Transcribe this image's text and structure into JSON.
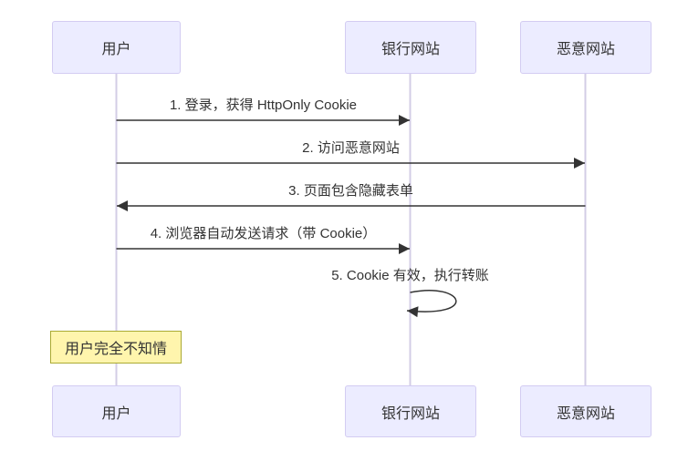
{
  "diagram": {
    "type": "sequence-diagram",
    "topic": "CSRF attack flow with HttpOnly cookie",
    "actors": [
      {
        "id": "user",
        "label": "用户"
      },
      {
        "id": "bank",
        "label": "银行网站"
      },
      {
        "id": "evil",
        "label": "恶意网站"
      }
    ],
    "messages": [
      {
        "order": 1,
        "from": "用户",
        "to": "银行网站",
        "arrow": "solid-right",
        "label": "1. 登录，获得 HttpOnly Cookie"
      },
      {
        "order": 2,
        "from": "用户",
        "to": "恶意网站",
        "arrow": "solid-right",
        "label": "2. 访问恶意网站"
      },
      {
        "order": 3,
        "from": "恶意网站",
        "to": "用户",
        "arrow": "solid-left",
        "label": "3. 页面包含隐藏表单"
      },
      {
        "order": 4,
        "from": "用户",
        "to": "银行网站",
        "arrow": "solid-right",
        "label": "4. 浏览器自动发送请求（带 Cookie）"
      },
      {
        "order": 5,
        "from": "银行网站",
        "to": "银行网站",
        "arrow": "self-loop",
        "label": "5. Cookie 有效，执行转账"
      }
    ],
    "note": {
      "position": "over 用户",
      "label": "用户完全不知情"
    },
    "colors": {
      "actor_fill": "#ECECFF",
      "actor_border": "#D3CCF2",
      "lifeline": "#D3CDE6",
      "arrow": "#333333",
      "text": "#333333",
      "note_fill": "#FFF5AD",
      "note_border": "#AAAA33",
      "background": "#FFFFFF"
    }
  }
}
